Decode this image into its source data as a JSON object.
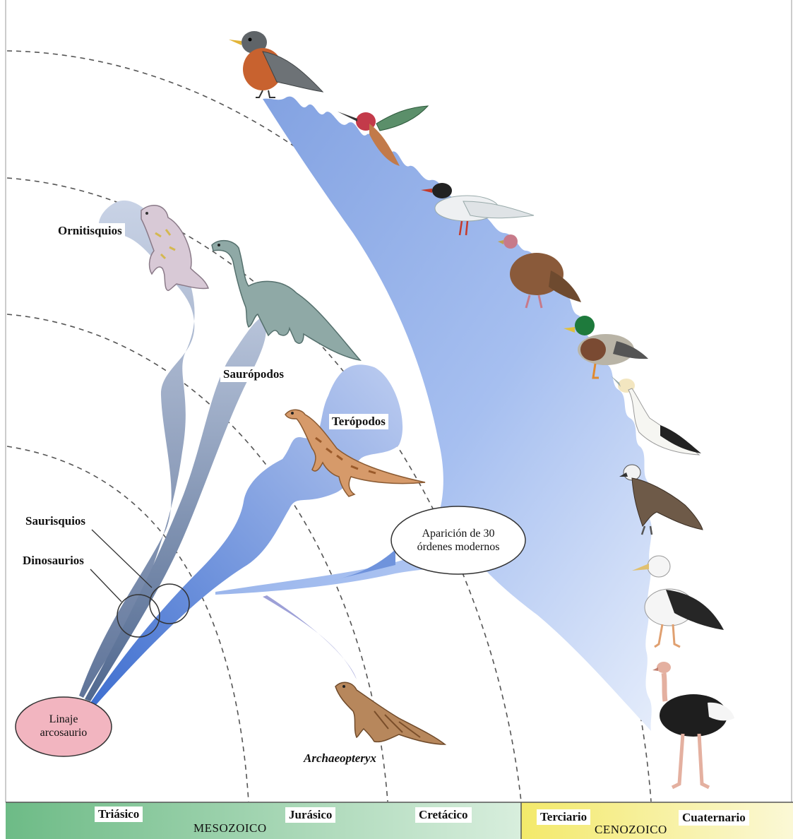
{
  "labels": {
    "ornitisquios": "Ornitisquios",
    "saurópodos": "Saurópodos",
    "terópodos": "Terópodos",
    "saurisquios": "Saurisquios",
    "dinosaurios": "Dinosaurios",
    "archaeopteryx": "Archaeopteryx",
    "linaje_line1": "Linaje",
    "linaje_line2": "arcosaurio",
    "aparicion_line1": "Aparición de 30",
    "aparicion_line2": "órdenes modernos"
  },
  "timeline": {
    "eras": [
      {
        "name": "MESOZOICO",
        "color": "#6fbf8a"
      },
      {
        "name": "CENOZOICO",
        "color": "#f3ec8a"
      }
    ],
    "periods": [
      "Triásico",
      "Jurásico",
      "Cretácico",
      "Terciario",
      "Cuaternario"
    ]
  },
  "colors": {
    "bird_lineage": "#8fb0e6",
    "dino_lineage": "#7e93b4",
    "linaje_fill": "#f2b5c0",
    "archaeopteryx_branch": "#8c8fd0"
  },
  "icons": [
    "robin-icon",
    "hummingbird-icon",
    "tern-icon",
    "turkey-icon",
    "duck-icon",
    "gannet-icon",
    "osprey-icon",
    "albatross-icon",
    "ostrich-icon",
    "ornithischian-dinosaur-icon",
    "sauropod-dinosaur-icon",
    "theropod-dinosaur-icon",
    "archaeopteryx-icon"
  ]
}
